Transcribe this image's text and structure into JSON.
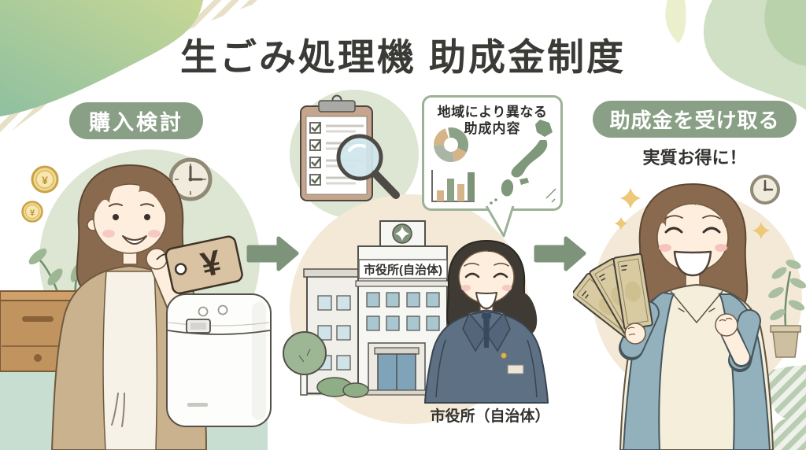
{
  "title": "生ごみ処理機 助成金制度",
  "stages": [
    {
      "name": "purchase-consideration",
      "label": "購入検討",
      "price_tag_symbol": "¥",
      "coin_symbol": "¥"
    },
    {
      "name": "city-hall-application",
      "bubble_line1": "地域により異なる",
      "bubble_line2": "助成内容",
      "building_sign": "市役所(自治体)",
      "caption": "市役所（自治体）"
    },
    {
      "name": "receive-subsidy",
      "label": "助成金を受け取る",
      "subtitle": "実質お得に！"
    }
  ],
  "colors": {
    "accent_green": "#8aa086",
    "arrow_green": "#7e947a",
    "bubble_border": "#9cb196",
    "circle_green": "#dce6d3",
    "circle_beige": "#f3e9d6",
    "title_color": "#3a3a37",
    "japan_map_green": "#7f977b",
    "coin_gold": "#f1d98e",
    "tag_tan": "#d9c3a3",
    "sparkle_gold": "#ecc878"
  },
  "icons": [
    "coin-icon",
    "clock-icon",
    "price-tag-icon",
    "plant-icon",
    "compost-machine-icon",
    "clipboard-checklist-icon",
    "magnifier-icon",
    "donut-chart-icon",
    "bar-chart-icon",
    "japan-map-icon",
    "city-hall-icon",
    "tree-icon",
    "sparkle-icon",
    "banknotes-icon",
    "flow-arrow-icon"
  ]
}
